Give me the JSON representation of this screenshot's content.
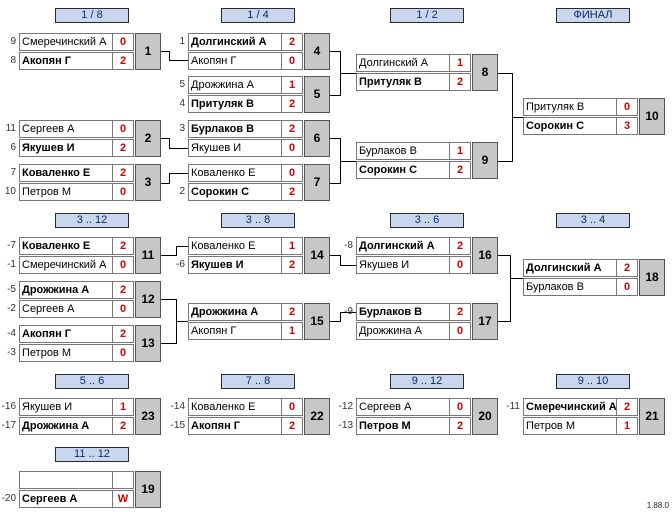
{
  "headers": {
    "r18": "1 / 8",
    "r14": "1 / 4",
    "r12": "1 / 2",
    "final": "ФИНАЛ",
    "p3_12": "3 .. 12",
    "p3_8": "3 .. 8",
    "p3_6": "3 .. 6",
    "p3_4": "3 .. 4",
    "p5_6": "5 .. 6",
    "p7_8": "7 .. 8",
    "p9_12": "9 .. 12",
    "p9_10": "9 .. 10",
    "p11_12": "11 .. 12"
  },
  "matches": {
    "m1": {
      "id": "1",
      "p1": "Смеречинский А",
      "s1": "0",
      "p2": "Акопян Г",
      "s2": "2",
      "seed1": "9",
      "seed2": "8"
    },
    "m2": {
      "id": "2",
      "p1": "Сергеев А",
      "s1": "0",
      "p2": "Якушев И",
      "s2": "2",
      "seed1": "11",
      "seed2": "6"
    },
    "m3": {
      "id": "3",
      "p1": "Коваленко Е",
      "s1": "2",
      "p2": "Петров  М",
      "s2": "0",
      "seed1": "7",
      "seed2": "10"
    },
    "m4": {
      "id": "4",
      "p1": "Долгинский А",
      "s1": "2",
      "p2": "Акопян Г",
      "s2": "0",
      "seed1": "1",
      "seed2": ""
    },
    "m5": {
      "id": "5",
      "p1": "Дрожжина А",
      "s1": "1",
      "p2": "Притуляк В",
      "s2": "2",
      "seed1": "5",
      "seed2": "4"
    },
    "m6": {
      "id": "6",
      "p1": "Бурлаков В",
      "s1": "2",
      "p2": "Якушев И",
      "s2": "0",
      "seed1": "3",
      "seed2": ""
    },
    "m7": {
      "id": "7",
      "p1": "Коваленко Е",
      "s1": "0",
      "p2": "Сорокин С",
      "s2": "2",
      "seed1": "",
      "seed2": "2"
    },
    "m8": {
      "id": "8",
      "p1": "Долгинский А",
      "s1": "1",
      "p2": "Притуляк В",
      "s2": "2"
    },
    "m9": {
      "id": "9",
      "p1": "Бурлаков В",
      "s1": "1",
      "p2": "Сорокин С",
      "s2": "2"
    },
    "m10": {
      "id": "10",
      "p1": "Притуляк В",
      "s1": "0",
      "p2": "Сорокин С",
      "s2": "3"
    },
    "m11": {
      "id": "11",
      "p1": "Коваленко Е",
      "s1": "2",
      "p2": "Смеречинский А",
      "s2": "0",
      "seed1": "-7",
      "seed2": "-1"
    },
    "m12": {
      "id": "12",
      "p1": "Дрожжина А",
      "s1": "2",
      "p2": "Сергеев А",
      "s2": "0",
      "seed1": "-5",
      "seed2": "-2"
    },
    "m13": {
      "id": "13",
      "p1": "Акопян Г",
      "s1": "2",
      "p2": "Петров  М",
      "s2": "0",
      "seed1": "-4",
      "seed2": "-3"
    },
    "m14": {
      "id": "14",
      "p1": "Коваленко Е",
      "s1": "1",
      "p2": "Якушев И",
      "s2": "2",
      "seed1": "",
      "seed2": "-6"
    },
    "m15": {
      "id": "15",
      "p1": "Дрожжина А",
      "s1": "2",
      "p2": "Акопян Г",
      "s2": "1"
    },
    "m16": {
      "id": "16",
      "p1": "Долгинский А",
      "s1": "2",
      "p2": "Якушев И",
      "s2": "0",
      "seed1": "-8",
      "seed2": ""
    },
    "m17": {
      "id": "17",
      "p1": "Бурлаков В",
      "s1": "2",
      "p2": "Дрожжина А",
      "s2": "0",
      "seed1": "-9",
      "seed2": ""
    },
    "m18": {
      "id": "18",
      "p1": "Долгинский А",
      "s1": "2",
      "p2": "Бурлаков В",
      "s2": "0"
    },
    "m23": {
      "id": "23",
      "p1": "Якушев И",
      "s1": "1",
      "p2": "Дрожжина А",
      "s2": "2",
      "seed1": "-16",
      "seed2": "-17"
    },
    "m22": {
      "id": "22",
      "p1": "Коваленко Е",
      "s1": "0",
      "p2": "Акопян Г",
      "s2": "2",
      "seed1": "-14",
      "seed2": "-15"
    },
    "m20": {
      "id": "20",
      "p1": "Сергеев А",
      "s1": "0",
      "p2": "Петров  М",
      "s2": "2",
      "seed1": "-12",
      "seed2": "-13"
    },
    "m21": {
      "id": "21",
      "p1": "Смеречинский А",
      "s1": "2",
      "p2": "Петров  М",
      "s2": "1",
      "seed1": "-11",
      "seed2": ""
    },
    "m19": {
      "id": "19",
      "p1": "",
      "s1": "",
      "p2": "Сергеев А",
      "s2": "W",
      "seed1": "",
      "seed2": "-20"
    }
  },
  "winners": {
    "m1": 2,
    "m2": 2,
    "m3": 1,
    "m4": 1,
    "m5": 2,
    "m6": 1,
    "m7": 2,
    "m8": 2,
    "m9": 2,
    "m10": 2,
    "m11": 1,
    "m12": 1,
    "m13": 1,
    "m14": 2,
    "m15": 1,
    "m16": 1,
    "m17": 1,
    "m18": 1,
    "m23": 2,
    "m22": 2,
    "m20": 2,
    "m21": 1,
    "m19": 2
  },
  "version": "1.88.0"
}
